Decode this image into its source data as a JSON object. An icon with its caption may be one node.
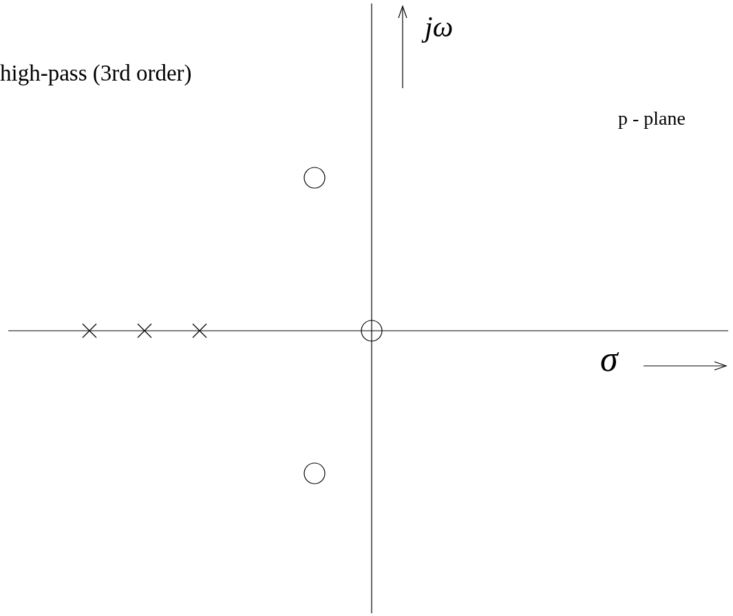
{
  "diagram": {
    "title": "high-pass (3rd order)",
    "labels": [
      "jω",
      "p - plane",
      "σ"
    ]
  }
}
